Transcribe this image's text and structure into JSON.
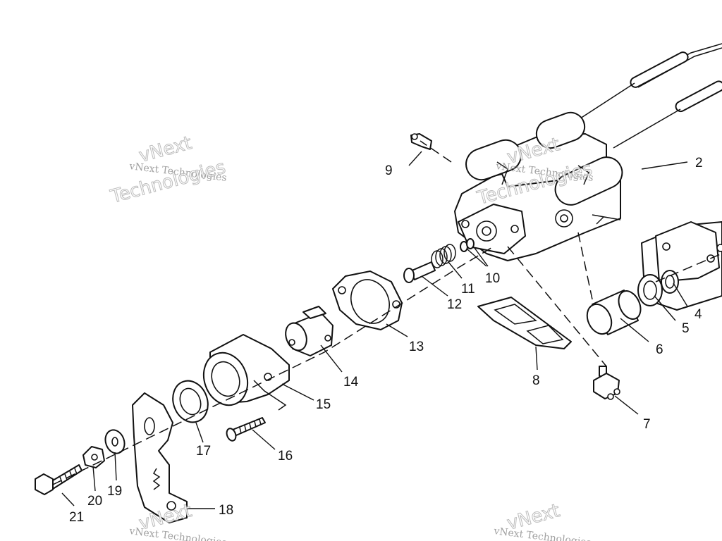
{
  "watermark": {
    "line1": "vNext",
    "line2": "vNext Technologies",
    "line3": "Technologies"
  },
  "callouts": [
    "2",
    "4",
    "5",
    "6",
    "7",
    "8",
    "9",
    "10",
    "11",
    "12",
    "13",
    "14",
    "15",
    "16",
    "17",
    "18",
    "19",
    "20",
    "21"
  ]
}
